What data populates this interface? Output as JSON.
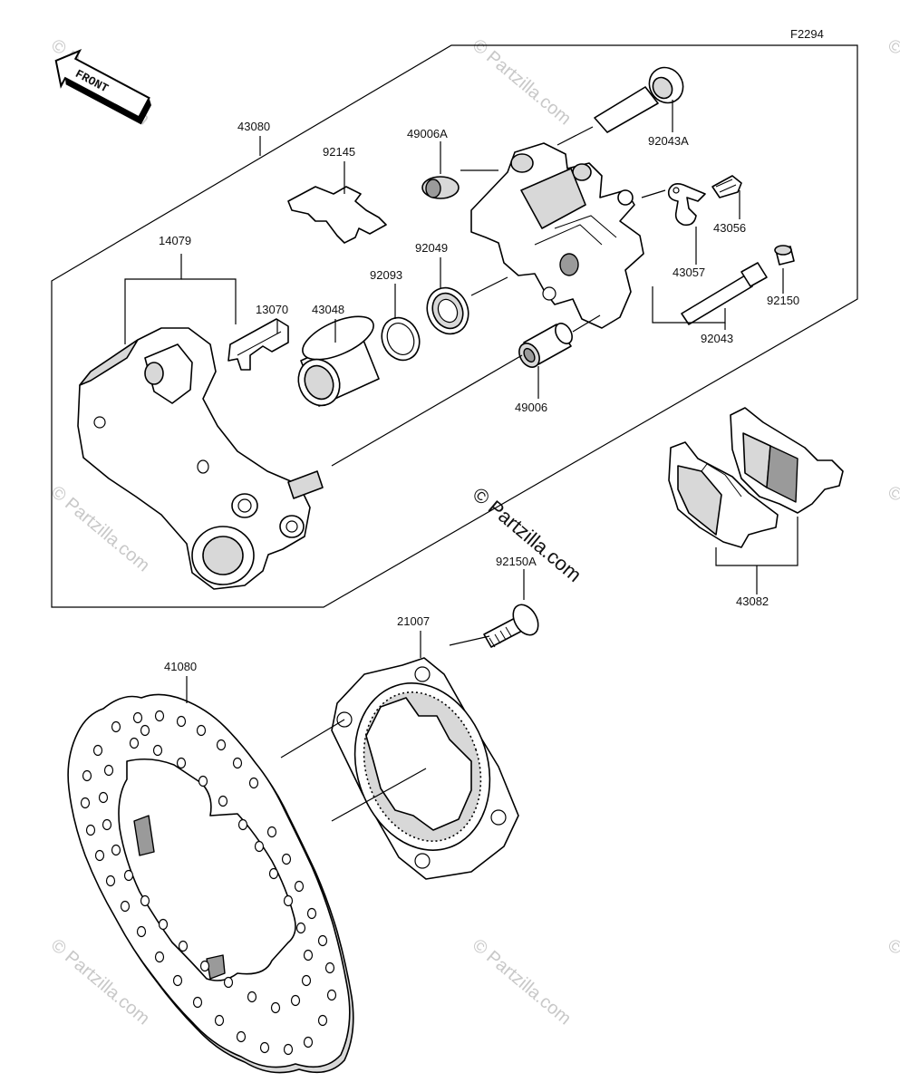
{
  "figure_code": "F2294",
  "front_label": "FRONT",
  "watermark": "© Partzilla.com",
  "parts": {
    "p43080": "43080",
    "p92145": "92145",
    "p49006A": "49006A",
    "p92043A": "92043A",
    "p14079": "14079",
    "p13070": "13070",
    "p43048": "43048",
    "p92093": "92093",
    "p92049": "92049",
    "p43056": "43056",
    "p43057": "43057",
    "p92150": "92150",
    "p92043": "92043",
    "p49006": "49006",
    "p43082": "43082",
    "p92150A": "92150A",
    "p21007": "21007",
    "p41080": "41080"
  }
}
